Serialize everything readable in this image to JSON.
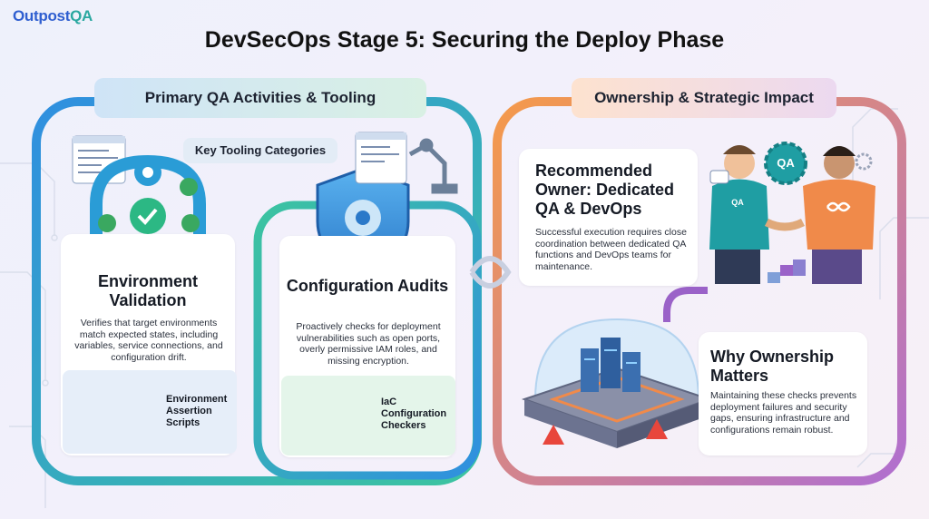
{
  "logo": {
    "text_a": "Outpost",
    "text_b": "QA"
  },
  "title": "DevSecOps Stage 5: Securing the Deploy Phase",
  "left_section": {
    "heading": "Primary QA Activities & Tooling",
    "key_tooling": "Key Tooling Categories",
    "env": {
      "title": "Environment Validation",
      "description": "Verifies that target environments match expected states, including variables, service connections, and configuration drift.",
      "tool": "Environment Assertion Scripts"
    },
    "cfg": {
      "title": "Configuration Audits",
      "description": "Proactively checks for deployment vulnerabilities such as open ports, overly permissive IAM roles, and missing encryption.",
      "tool": "IaC Configuration Checkers"
    }
  },
  "right_section": {
    "heading": "Ownership & Strategic Impact",
    "owner": {
      "title": "Recommended Owner: Dedicated QA & DevOps",
      "description": "Successful execution requires close coordination between dedicated QA functions and DevOps teams for maintenance."
    },
    "why": {
      "title": "Why Ownership Matters",
      "description": "Maintaining these checks prevents deployment failures and security gaps, ensuring infrastructure and configurations remain robust."
    },
    "badge_left": "QA",
    "badge_gear": "QA"
  },
  "colors": {
    "blue": "#2f8fe0",
    "teal": "#3cc4a0",
    "orange": "#f08a4a",
    "purple": "#9a62c8"
  }
}
